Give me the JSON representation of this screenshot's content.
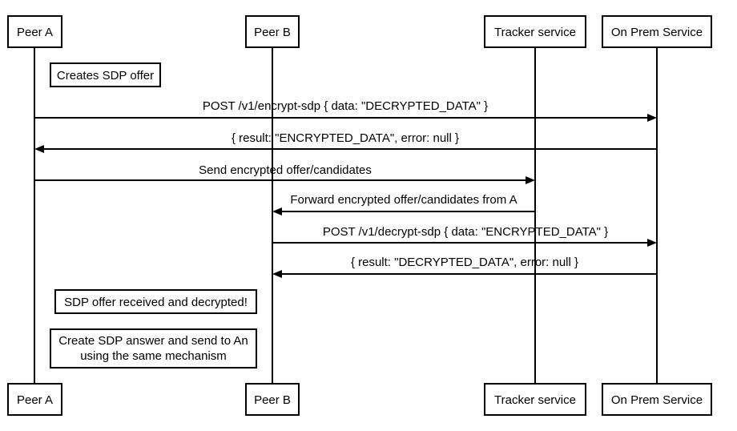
{
  "participants": [
    {
      "label": "Peer A"
    },
    {
      "label": "Peer B"
    },
    {
      "label": "Tracker service"
    },
    {
      "label": "On Prem Service"
    }
  ],
  "notes": [
    {
      "lines": [
        "Creates SDP offer"
      ]
    },
    {
      "lines": [
        "SDP offer received and decrypted!"
      ]
    },
    {
      "lines": [
        "Create SDP answer and send to An",
        "using the same mechanism"
      ]
    }
  ],
  "messages": [
    {
      "from": "Peer A",
      "to": "On Prem Service",
      "label": "POST /v1/encrypt-sdp { data: \"DECRYPTED_DATA\" }"
    },
    {
      "from": "On Prem Service",
      "to": "Peer A",
      "label": "{ result: \"ENCRYPTED_DATA\", error: null }"
    },
    {
      "from": "Peer A",
      "to": "Tracker service",
      "label": "Send encrypted offer/candidates"
    },
    {
      "from": "Tracker service",
      "to": "Peer B",
      "label": "Forward encrypted offer/candidates from A"
    },
    {
      "from": "Peer B",
      "to": "On Prem Service",
      "label": "POST /v1/decrypt-sdp { data: \"ENCRYPTED_DATA\" }"
    },
    {
      "from": "On Prem Service",
      "to": "Peer B",
      "label": "{ result: \"DECRYPTED_DATA\", error: null }"
    }
  ]
}
